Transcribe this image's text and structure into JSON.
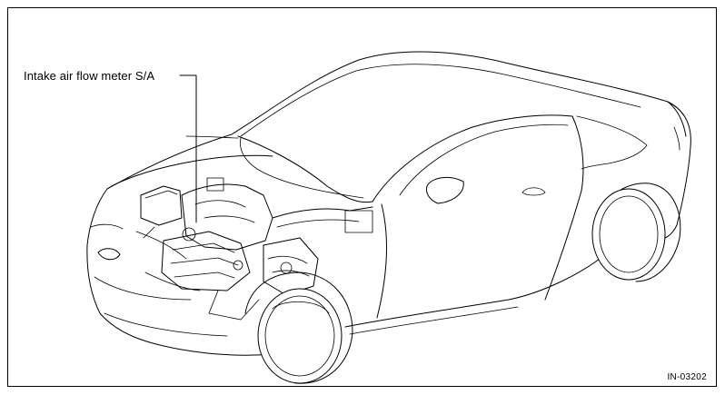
{
  "callout": {
    "label": "Intake air flow meter S/A"
  },
  "figure": {
    "id": "IN-03202"
  },
  "icons": [
    "car-body-illustration",
    "engine-illustration",
    "front-wheel-illustration",
    "rear-wheel-illustration"
  ]
}
